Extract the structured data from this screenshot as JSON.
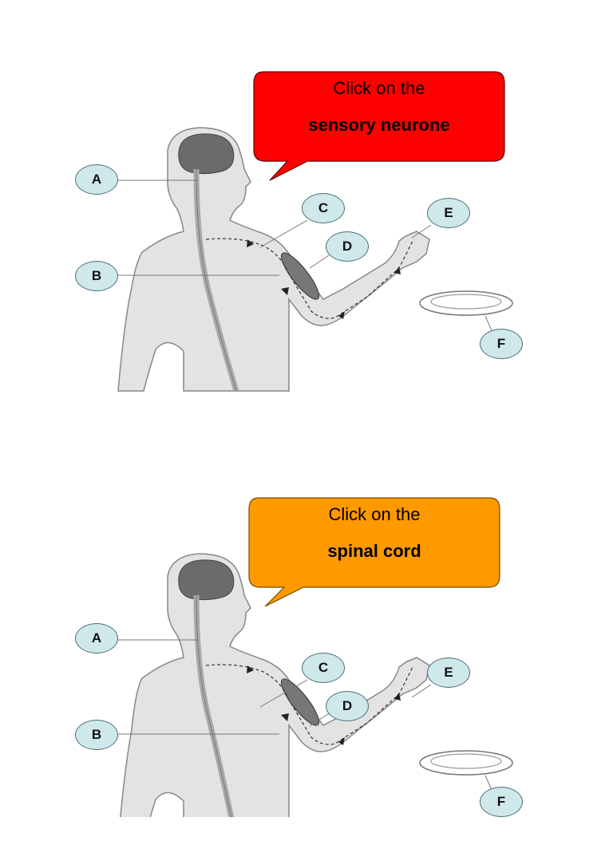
{
  "questions": [
    {
      "prompt_line1": "Click on the",
      "prompt_line2": "sensory neurone",
      "bubble_color": "#ff0000",
      "labels": [
        "A",
        "B",
        "C",
        "D",
        "E",
        "F"
      ]
    },
    {
      "prompt_line1": "Click on the",
      "prompt_line2": "spinal cord",
      "bubble_color": "#ff9900",
      "labels": [
        "A",
        "B",
        "C",
        "D",
        "E",
        "F"
      ]
    }
  ],
  "colors": {
    "body": "#e3e3e3",
    "brain": "#6b6b6b",
    "spine": "#a9a9a9",
    "label_fill": "#cfe8ea"
  },
  "icons": [
    "human-reflex-arc-figure",
    "speech-bubble",
    "plate"
  ]
}
